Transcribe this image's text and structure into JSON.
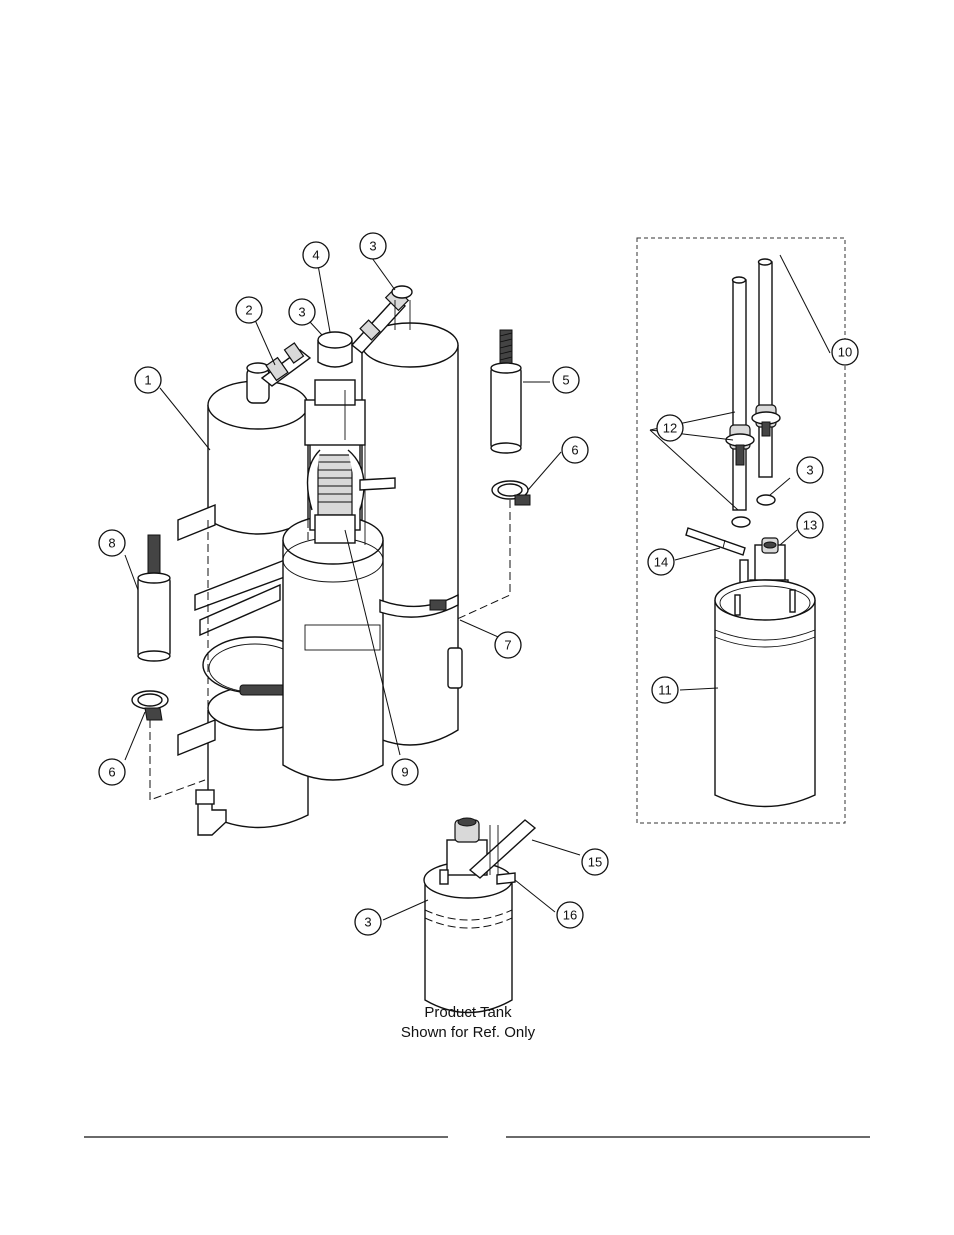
{
  "callouts": [
    {
      "label": "1"
    },
    {
      "label": "2"
    },
    {
      "label": "3"
    },
    {
      "label": "4"
    },
    {
      "label": "3"
    },
    {
      "label": "5"
    },
    {
      "label": "6"
    },
    {
      "label": "8"
    },
    {
      "label": "7"
    },
    {
      "label": "6"
    },
    {
      "label": "9"
    },
    {
      "label": "10"
    },
    {
      "label": "12"
    },
    {
      "label": "3"
    },
    {
      "label": "13"
    },
    {
      "label": "14"
    },
    {
      "label": "11"
    },
    {
      "label": "15"
    },
    {
      "label": "3"
    },
    {
      "label": "16"
    }
  ],
  "caption": {
    "line1": "Product Tank",
    "line2": "Shown for Ref. Only"
  }
}
